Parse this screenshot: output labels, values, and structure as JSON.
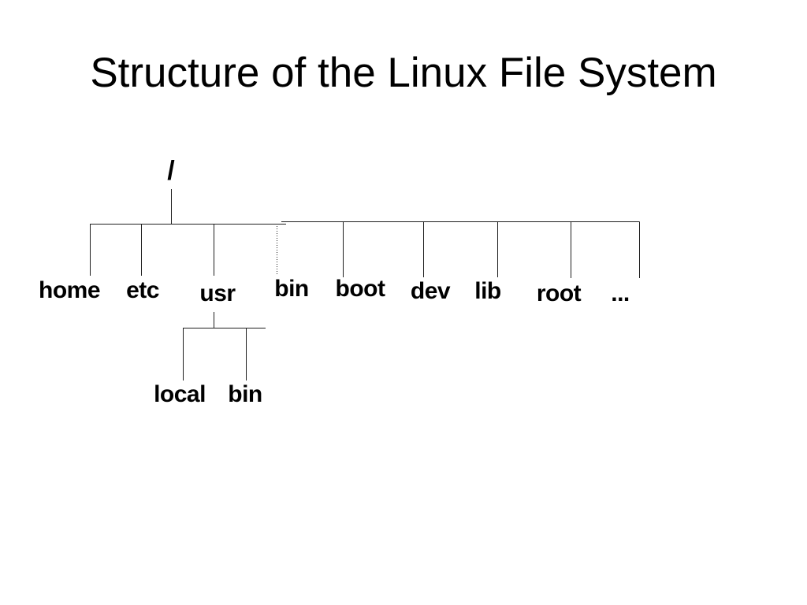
{
  "slide": {
    "title": "Structure of the Linux File System",
    "background_color": "#ffffff",
    "text_color": "#000000",
    "line_color": "#1f1f1f"
  },
  "tree": {
    "root": {
      "label": "/"
    },
    "children": [
      {
        "label": "home",
        "connector": "solid"
      },
      {
        "label": "etc",
        "connector": "solid"
      },
      {
        "label": "usr",
        "connector": "solid"
      },
      {
        "label": "bin",
        "connector": "dotted"
      },
      {
        "label": "boot",
        "connector": "solid"
      },
      {
        "label": "dev",
        "connector": "solid"
      },
      {
        "label": "lib",
        "connector": "solid"
      },
      {
        "label": "root",
        "connector": "solid"
      },
      {
        "label": "...",
        "connector": "solid"
      }
    ],
    "usr_children": [
      {
        "label": "local",
        "connector": "solid"
      },
      {
        "label": "bin",
        "connector": "solid"
      }
    ]
  }
}
